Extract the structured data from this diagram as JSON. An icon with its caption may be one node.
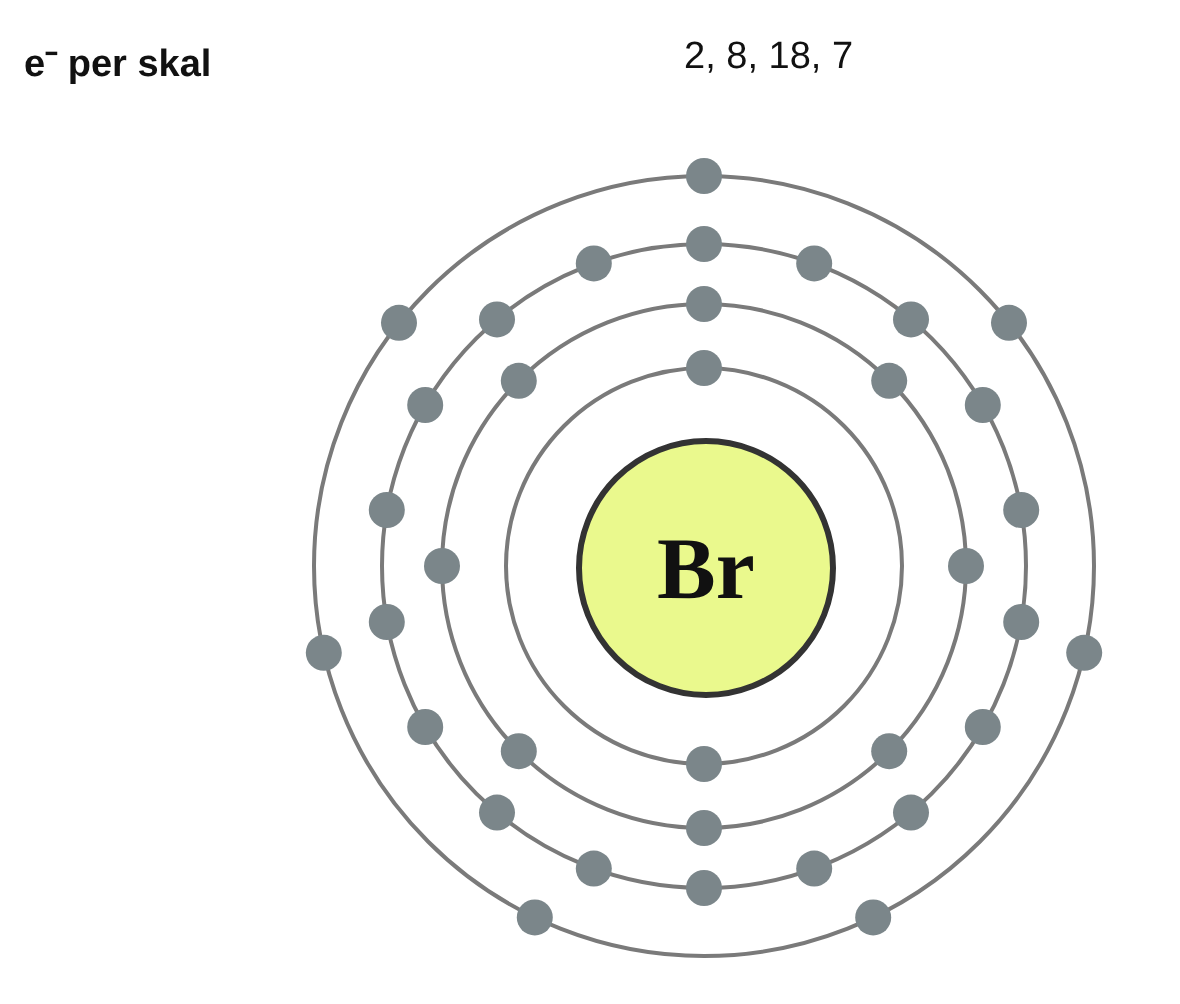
{
  "diagram": {
    "nodes": [
      {
        "text": [
          "Br"
        ]
      }
    ],
    "edges": [],
    "labels": [
      "e⁻ per skal",
      "2, 8, 18, 7"
    ]
  }
}
